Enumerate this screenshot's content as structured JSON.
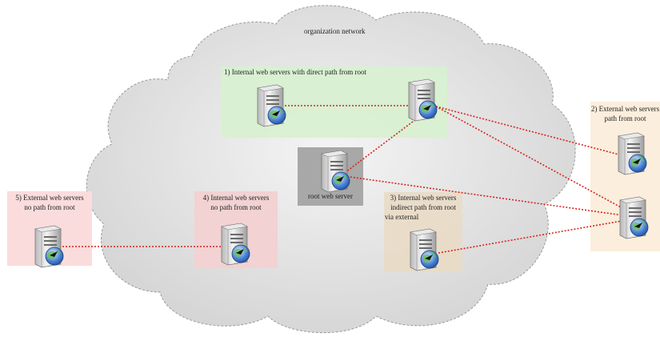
{
  "cloud": {
    "label": "organization network",
    "fill": "#dedede",
    "stroke": "#9a9a9a"
  },
  "groups": {
    "g1": {
      "label": "1) Internal web servers with direct path from root",
      "color": "#d7f1cf"
    },
    "g2": {
      "line1": "2) External web servers",
      "line2": "path from root",
      "color": "#fbeedd"
    },
    "g3": {
      "line1": "3) Internal web servers",
      "line2": "indirect path from root",
      "line3": "via external",
      "color": "#e9dcc6"
    },
    "g4": {
      "line1": "4) Internal web servers",
      "line2": "no path from root",
      "color": "#f2d2d2"
    },
    "g5": {
      "line1": "5) External web servers",
      "line2": "no path from root",
      "color": "#fadcdc"
    },
    "root": {
      "label": "root web server",
      "color": "#a8a8a8"
    }
  },
  "links_color": "#d8231d",
  "icons": [
    "server-icon",
    "globe-icon",
    "cursor-icon"
  ]
}
